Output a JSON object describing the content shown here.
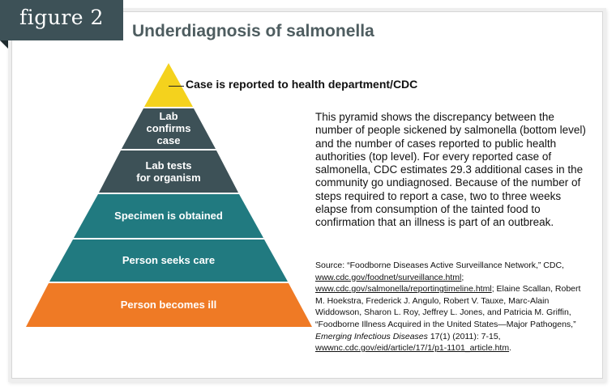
{
  "figure_tag": "figure 2",
  "title": "Underdiagnosis of salmonella",
  "pyramid": {
    "top_label": "Case is reported to health department/CDC",
    "layers": [
      {
        "label": "Lab\nconfirms\ncase",
        "color": "#3d5157"
      },
      {
        "label": "Lab tests\nfor organism",
        "color": "#3d5157"
      },
      {
        "label": "Specimen is obtained",
        "color": "#217a80"
      },
      {
        "label": "Person seeks care",
        "color": "#217a80"
      },
      {
        "label": "Person becomes ill",
        "color": "#ef7a25"
      }
    ],
    "top_color": "#f4d21d"
  },
  "description": "This pyramid shows the discrepancy between the number of people sickened by salmonella (bottom level) and the number of cases reported to public health authorities (top level). For every reported case of salmonella, CDC estimates 29.3 additional cases in the community go undiagnosed. Because of the number of steps required to report a case, two to three weeks elapse from consumption of the tainted food to confirmation that an illness is part of an outbreak.",
  "source": {
    "prefix": "Source: “Foodborne Diseases Active Surveillance Network,” CDC, ",
    "link1": "www.cdc.gov/foodnet/surveillance.html",
    "sep1": "; ",
    "link2": "www.cdc.gov/salmonella/reportingtimeline.html",
    "mid": "; Elaine Scallan, Robert M. Hoekstra, Frederick J. Angulo, Robert V. Tauxe, Marc-Alain Widdowson, Sharon L. Roy, Jeffrey L. Jones, and Patricia M. Griffin, “Foodborne Illness Acquired in the United States—Major Pathogens,” ",
    "journal": "Emerging Infectious Diseases",
    "cite": " 17(1) (2011): 7-15, ",
    "link3": "wwwnc.cdc.gov/eid/article/17/1/p1-1101_article.htm",
    "end": "."
  }
}
